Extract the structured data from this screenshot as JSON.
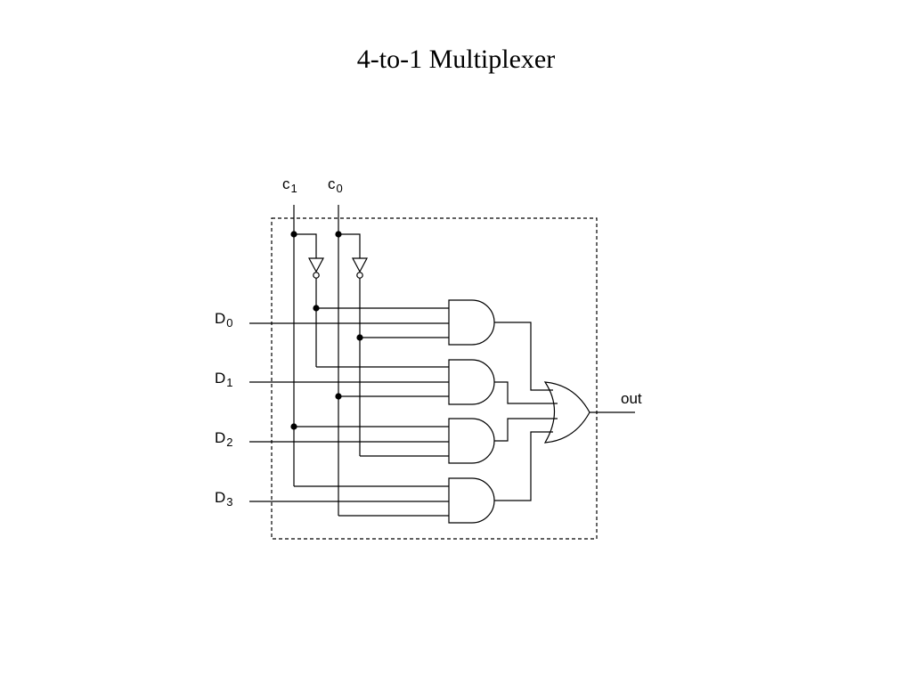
{
  "title": "4-to-1 Multiplexer",
  "diagram": {
    "select_inputs": [
      {
        "letter": "c",
        "index": "1"
      },
      {
        "letter": "c",
        "index": "0"
      }
    ],
    "data_inputs": [
      {
        "letter": "D",
        "index": "0"
      },
      {
        "letter": "D",
        "index": "1"
      },
      {
        "letter": "D",
        "index": "2"
      },
      {
        "letter": "D",
        "index": "3"
      }
    ],
    "output_label": "out",
    "gates": {
      "not_gates": 2,
      "and_gates": 4,
      "or_gates": 1
    },
    "colors": {
      "line": "#000000",
      "background": "#ffffff"
    }
  }
}
